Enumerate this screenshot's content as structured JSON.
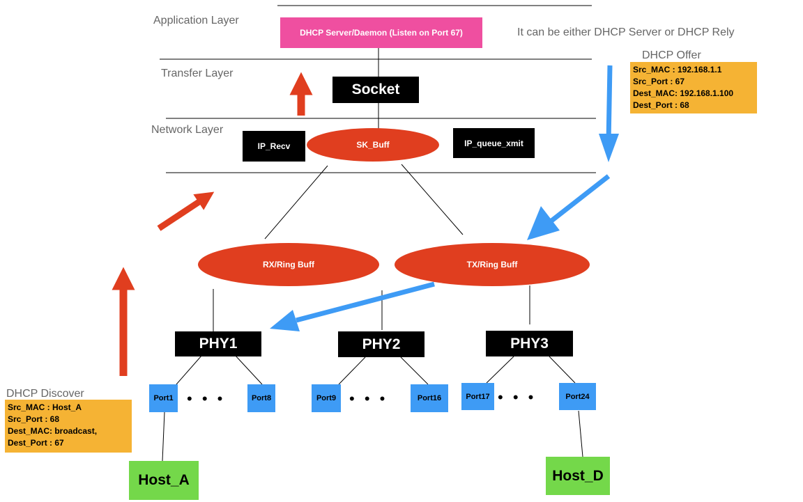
{
  "layers": {
    "application": "Application Layer",
    "transfer": "Transfer Layer",
    "network": "Network Layer"
  },
  "server_box": "DHCP Server/Daemon (Listen on Port 67)",
  "note_top": "It can be either DHCP Server or DHCP Rely",
  "socket": "Socket",
  "ip_recv": "IP_Recv",
  "sk_buff": "SK_Buff",
  "ip_queue_xmit": "IP_queue_xmit",
  "rx_ring": "RX/Ring Buff",
  "tx_ring": "TX/Ring Buff",
  "phys": [
    "PHY1",
    "PHY2",
    "PHY3"
  ],
  "ports": {
    "p1": "Port1",
    "p8": "Port8",
    "p9": "Port9",
    "p16": "Port16",
    "p17": "Port17",
    "p24": "Port24"
  },
  "ellipsis": "• • •",
  "hosts": {
    "a": "Host_A",
    "d": "Host_D"
  },
  "offer": {
    "title": "DHCP Offer",
    "lines": [
      "Src_MAC : 192.168.1.1",
      "Src_Port : 67",
      "Dest_MAC: 192.168.1.100",
      "Dest_Port : 68"
    ]
  },
  "discover": {
    "title": "DHCP Discover",
    "lines": [
      "Src_MAC : Host_A",
      "Src_Port : 68",
      "Dest_MAC: broadcast,",
      "Dest_Port : 67"
    ]
  },
  "colors": {
    "red": "#e03e1f",
    "blue": "#3e9bf5",
    "pink": "#ef4fa0",
    "orange": "#f5b334",
    "green": "#74d84a"
  }
}
